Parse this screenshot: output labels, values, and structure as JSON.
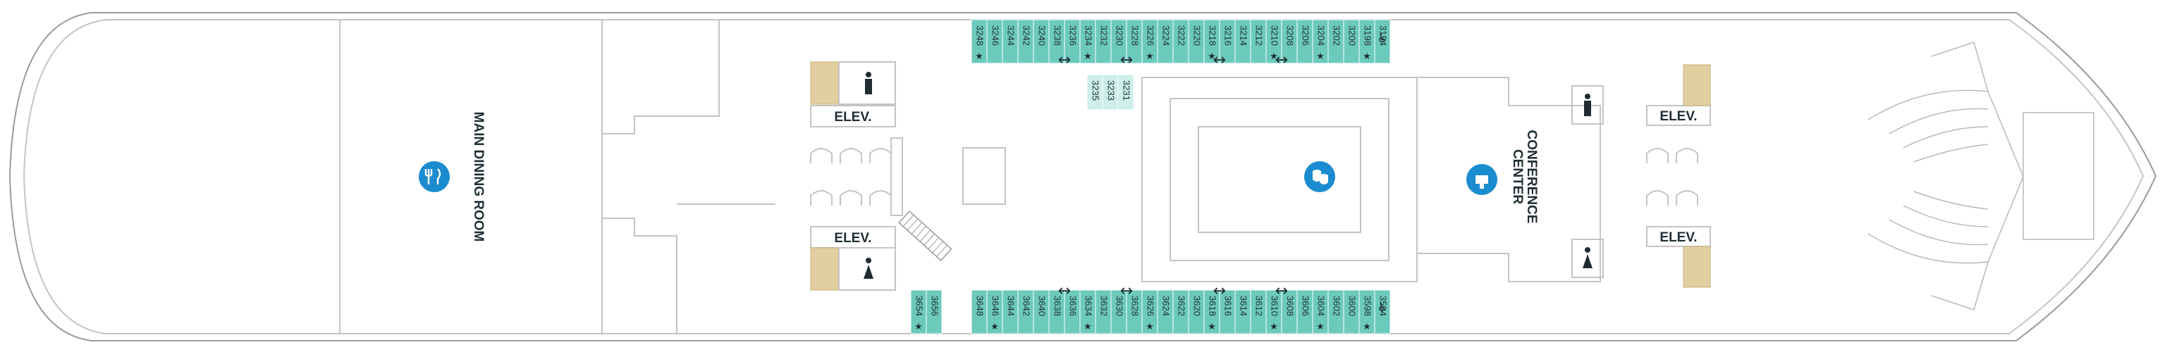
{
  "venues": {
    "main_dining": "MAIN DINING ROOM",
    "conference_1": "CONFERENCE",
    "conference_2": "CENTER"
  },
  "elevators": {
    "label": "ELEV."
  },
  "cabins": {
    "top_row": [
      "3248",
      "3246",
      "3244",
      "3242",
      "3240",
      "3238",
      "3236",
      "3234",
      "3232",
      "3230",
      "3228",
      "3226",
      "3224",
      "3222",
      "3220",
      "3218",
      "3216",
      "3214",
      "3212",
      "3210",
      "3208",
      "3206",
      "3204",
      "3202",
      "3200",
      "3198",
      "3194"
    ],
    "top_inner": [
      "3235",
      "3233",
      "3231"
    ],
    "bottom_left": [
      "3654",
      "3656"
    ],
    "bottom_row": [
      "3648",
      "3646",
      "3644",
      "3642",
      "3640",
      "3638",
      "3636",
      "3634",
      "3632",
      "3630",
      "3628",
      "3626",
      "3624",
      "3622",
      "3620",
      "3618",
      "3616",
      "3614",
      "3612",
      "3610",
      "3608",
      "3606",
      "3604",
      "3602",
      "3600",
      "3598",
      "3594"
    ]
  },
  "icons": {
    "dining": "dining-icon",
    "theater": "theater-icon",
    "conference": "conference-icon",
    "restroom_male": "restroom-male-icon",
    "restroom_female": "restroom-female-icon",
    "accessible": "accessible-icon",
    "connecting": "connecting-arrow-icon",
    "sofa_bed": "star-icon"
  },
  "colors": {
    "cabin_teal": "#6ccabd",
    "cabin_light": "#cdeee9",
    "icon_blue": "#1b8ccf",
    "stairs_tan": "#e2cf9f"
  }
}
